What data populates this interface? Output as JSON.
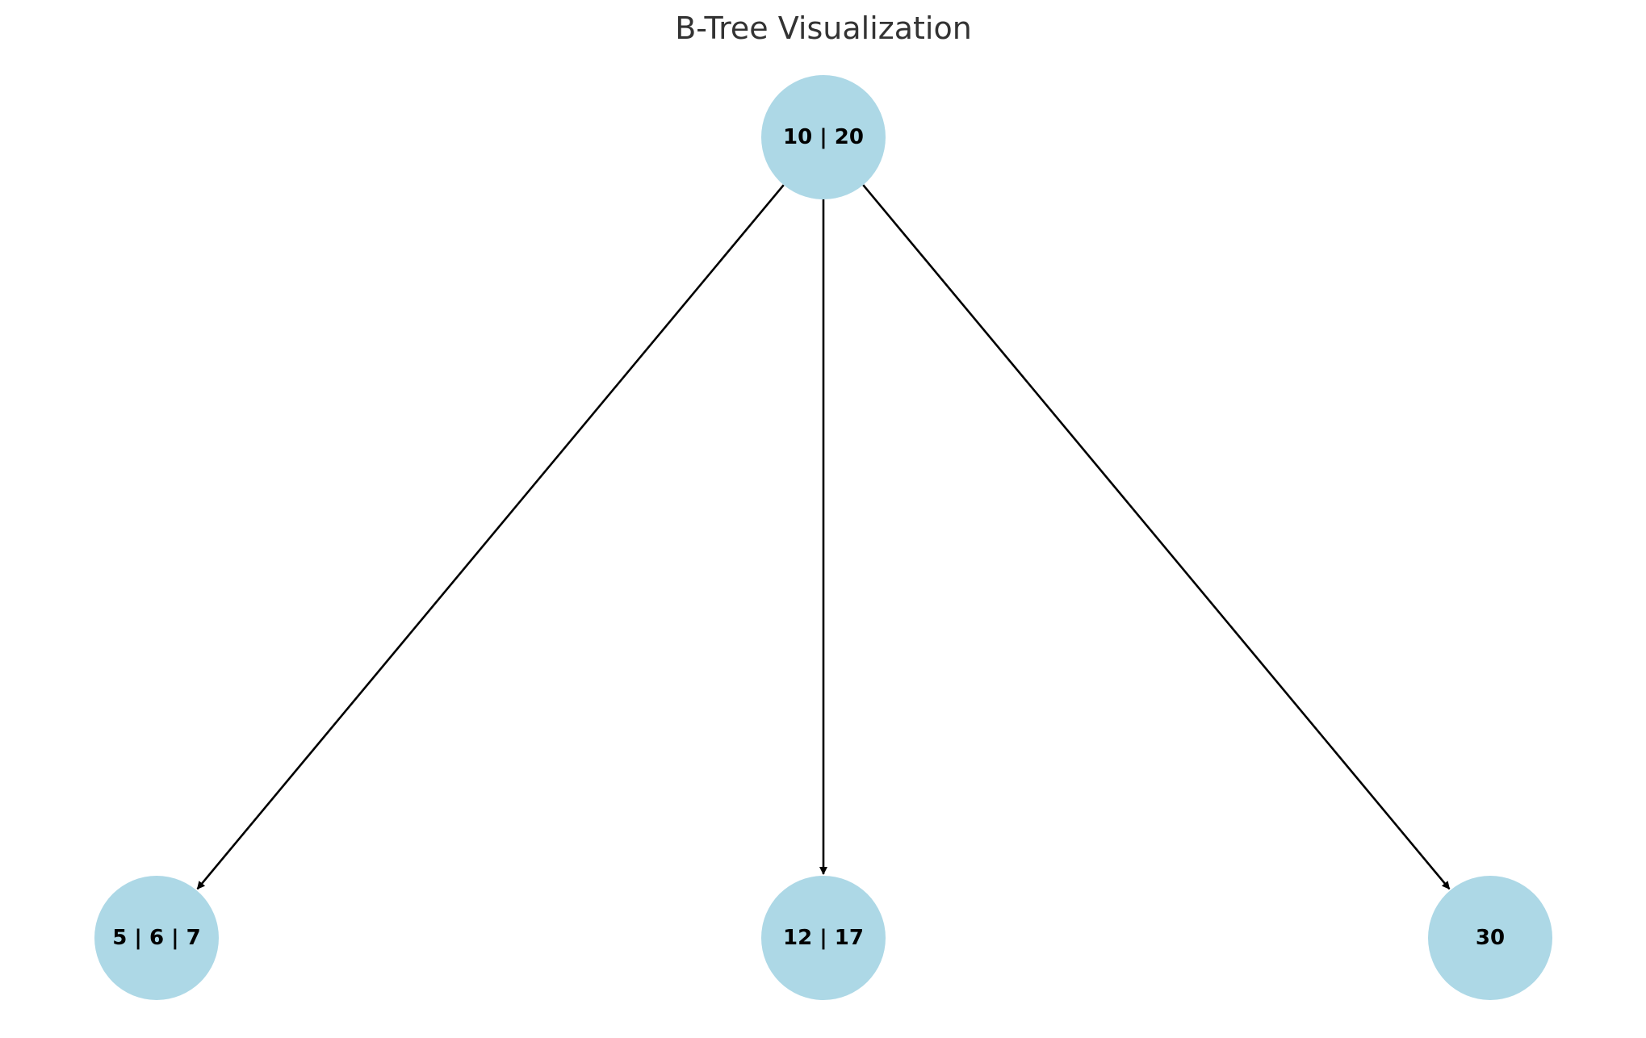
{
  "title": "B-Tree Visualization",
  "colors": {
    "node_fill": "#add8e6",
    "edge": "#000000",
    "title": "#333333",
    "label": "#000000"
  },
  "nodes": [
    {
      "id": "root",
      "label": "10 | 20"
    },
    {
      "id": "left",
      "label": "5 | 6 | 7"
    },
    {
      "id": "middle",
      "label": "12 | 17"
    },
    {
      "id": "right",
      "label": "30"
    }
  ],
  "edges": [
    {
      "from": "root",
      "to": "left"
    },
    {
      "from": "root",
      "to": "middle"
    },
    {
      "from": "root",
      "to": "right"
    }
  ]
}
